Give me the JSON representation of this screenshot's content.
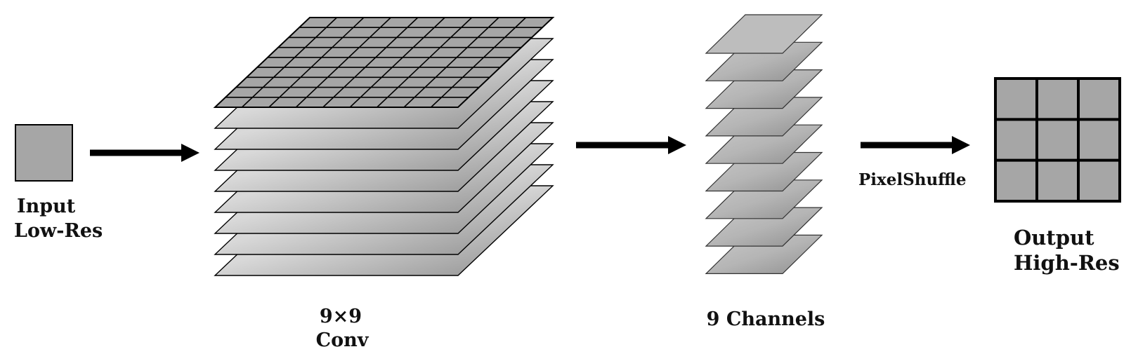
{
  "input": {
    "line1": "Input",
    "line2": "Low-Res"
  },
  "conv": {
    "line1": "9×9",
    "line2": "Conv",
    "layer_count": 9,
    "grid_divisions": 9
  },
  "channels": {
    "label": "9 Channels",
    "count": 9
  },
  "shuffle": {
    "label": "PixelShuffle"
  },
  "output": {
    "line1": "Output",
    "line2": "High-Res",
    "grid_rows": 3,
    "grid_cols": 3
  },
  "colors": {
    "block_fill": "#a6a6a6",
    "sheet_light": "#d2d2d2",
    "sheet_dark": "#8a8a8a",
    "stroke": "#000000"
  }
}
